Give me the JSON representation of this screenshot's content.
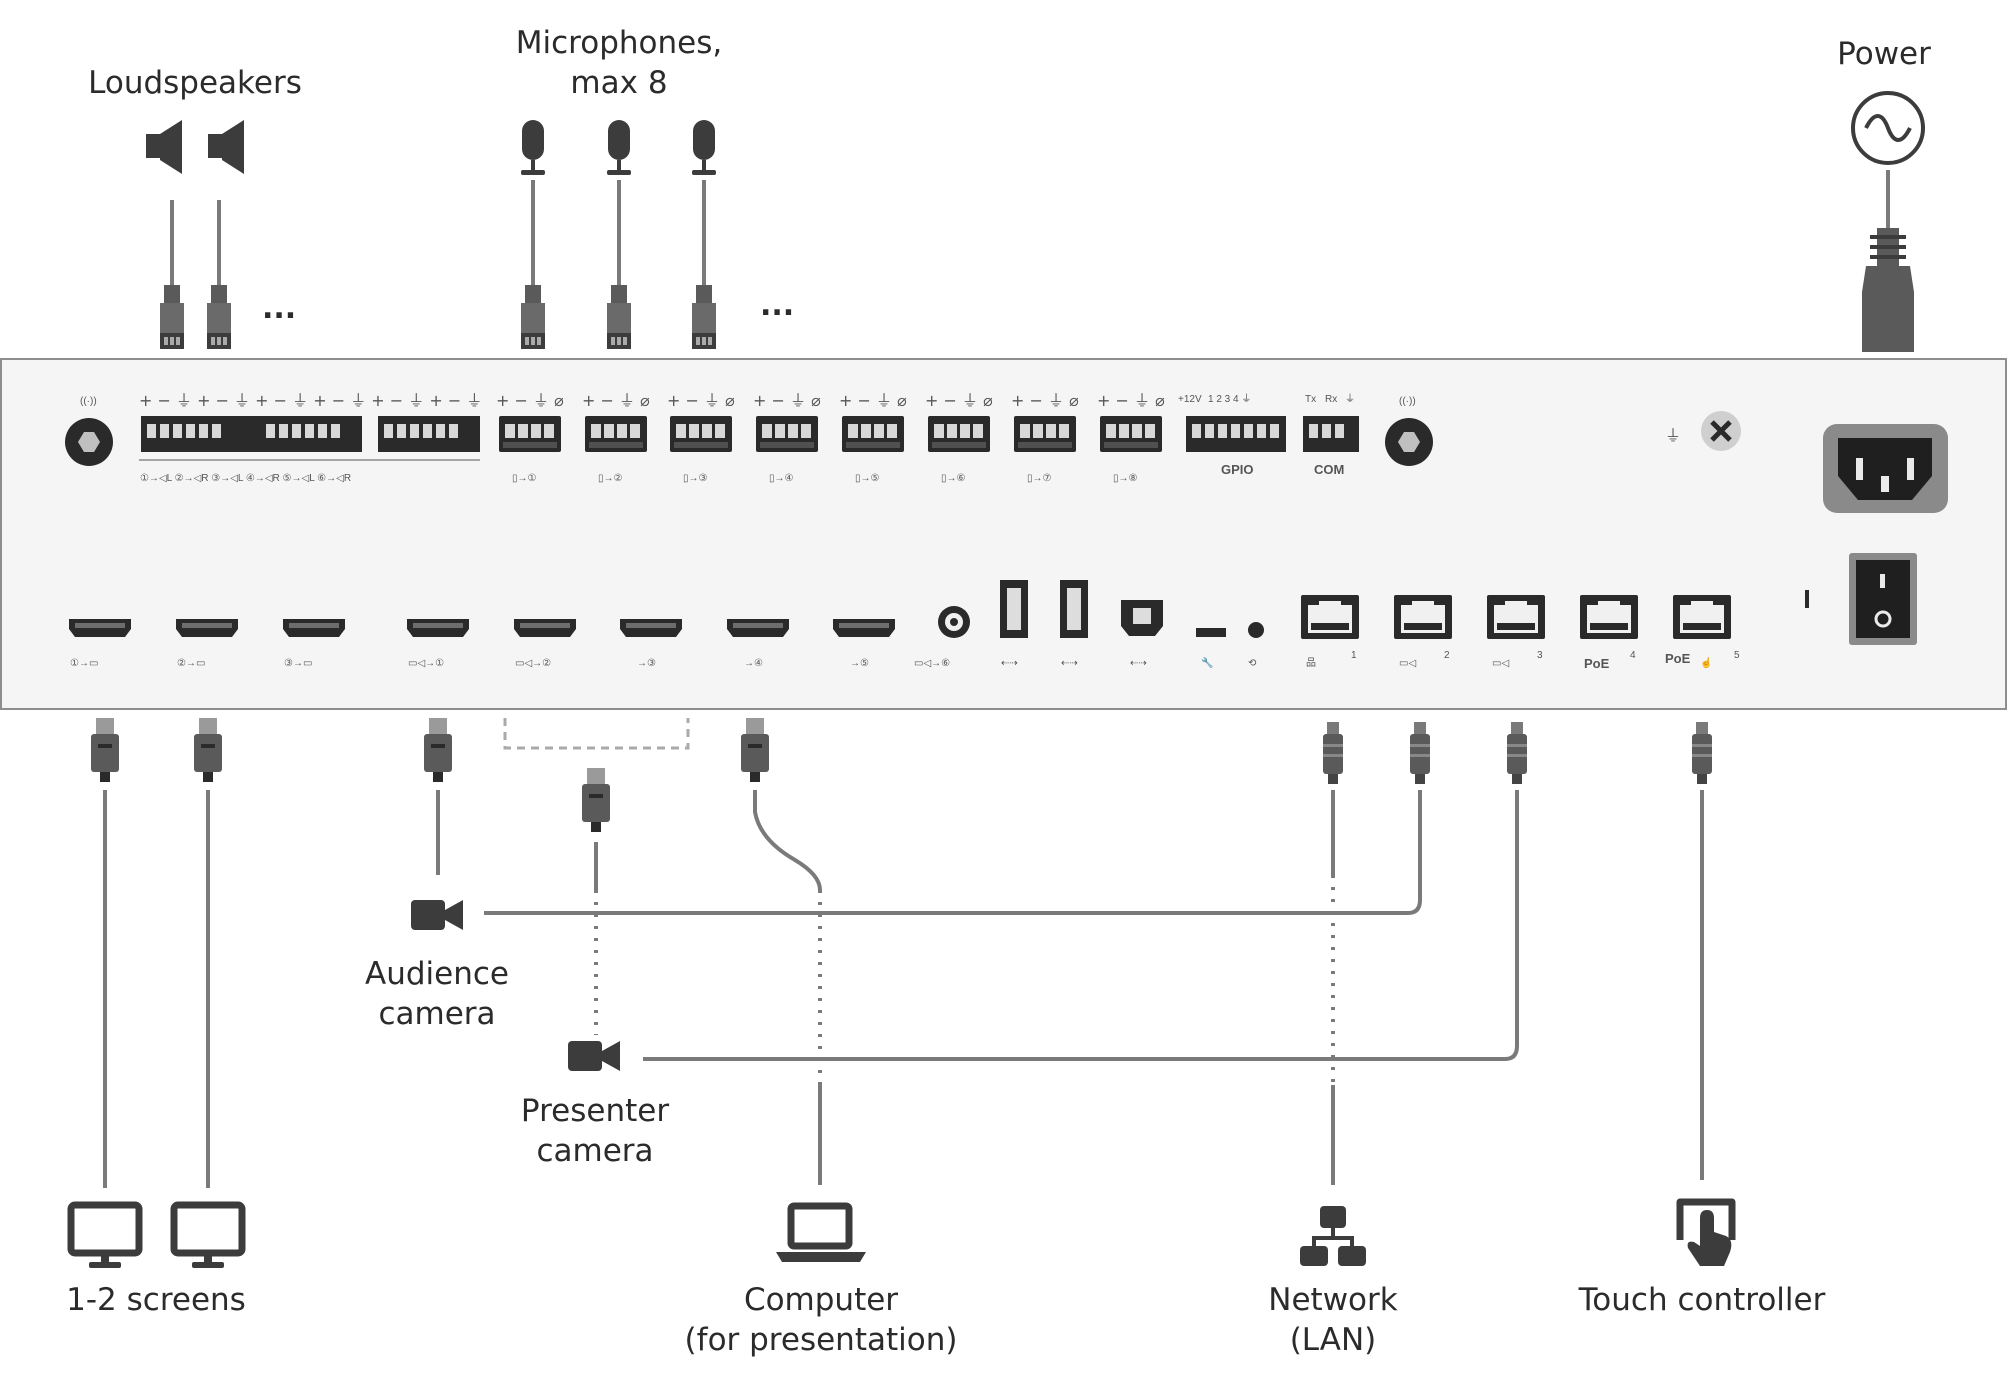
{
  "labels": {
    "loudspeakers": "Loudspeakers",
    "microphones_line1": "Microphones,",
    "microphones_line2": "max 8",
    "power": "Power",
    "audience_camera_line1": "Audience",
    "audience_camera_line2": "camera",
    "presenter_camera_line1": "Presenter",
    "presenter_camera_line2": "camera",
    "screens": "1-2 screens",
    "computer_line1": "Computer",
    "computer_line2": "(for presentation)",
    "network_line1": "Network",
    "network_line2": "(LAN)",
    "touch_controller": "Touch controller"
  },
  "panel": {
    "gpio": "GPIO",
    "com": "COM",
    "poe": "PoE",
    "plus12v": "+12V",
    "tx": "Tx",
    "rx": "Rx",
    "ellipsis": "..."
  },
  "colors": {
    "panel_fill": "#f5f5f5",
    "panel_border": "#8e8e8e",
    "port_dark": "#2a2a2a",
    "cable": "#7a7a7a",
    "connector": "#5a5a5a",
    "icon": "#3c3c3c"
  },
  "icons": [
    "speaker-icon",
    "microphone-icon",
    "power-ac-icon",
    "camera-icon",
    "monitor-icon",
    "laptop-icon",
    "network-icon",
    "touch-panel-icon"
  ]
}
